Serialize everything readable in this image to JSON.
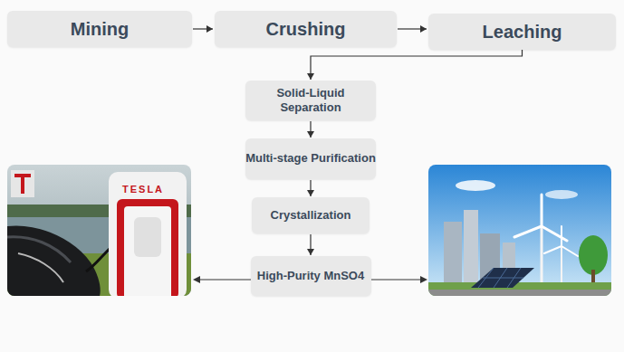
{
  "diagram": {
    "nodes": [
      {
        "text": [
          "Mining"
        ]
      },
      {
        "text": [
          "Crushing"
        ]
      },
      {
        "text": [
          "Leaching"
        ]
      },
      {
        "text": [
          "Solid-Liquid Separation"
        ]
      },
      {
        "text": [
          "Multi-stage Purification"
        ]
      },
      {
        "text": [
          "Crystallization"
        ]
      },
      {
        "text": [
          "High-Purity MnSO4"
        ]
      }
    ],
    "edges": [
      {
        "from": 0,
        "to": 1,
        "arrow": "to"
      },
      {
        "from": 1,
        "to": 2,
        "arrow": "to"
      },
      {
        "from": 2,
        "to": 3,
        "arrow": "to"
      },
      {
        "from": 3,
        "to": 4,
        "arrow": "to"
      },
      {
        "from": 4,
        "to": 5,
        "arrow": "to"
      },
      {
        "from": 5,
        "to": 6,
        "arrow": "to"
      }
    ],
    "labels": [
      "TESLA"
    ]
  }
}
